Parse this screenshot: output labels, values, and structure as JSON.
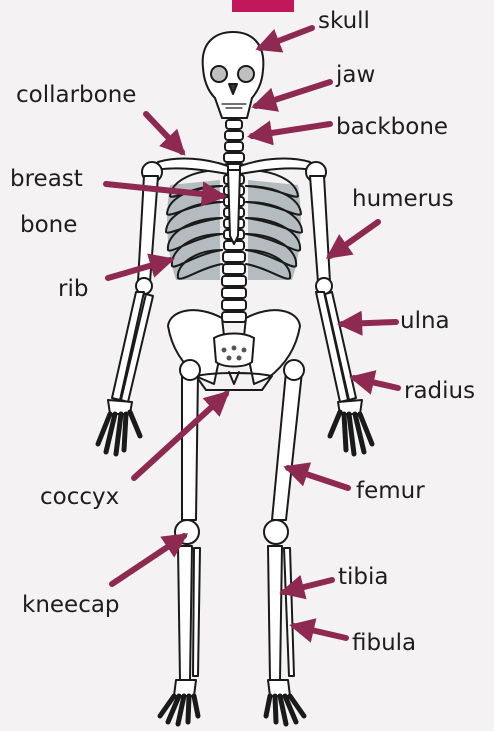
{
  "colors": {
    "arrow": "#8e2a52",
    "bone_fill": "#ffffff",
    "bone_outline": "#1a1a1a",
    "rib_shade": "#b4bcc0",
    "label_text": "#1e1e1e",
    "top_band": "#c2185b"
  },
  "labels": {
    "skull": "skull",
    "jaw": "jaw",
    "backbone": "backbone",
    "collarbone": "collarbone",
    "breast_bone_line1": "breast",
    "breast_bone_line2": "bone",
    "humerus": "humerus",
    "rib": "rib",
    "ulna": "ulna",
    "radius": "radius",
    "coccyx": "coccyx",
    "femur": "femur",
    "tibia": "tibia",
    "kneecap": "kneecap",
    "fibula": "fibula"
  }
}
